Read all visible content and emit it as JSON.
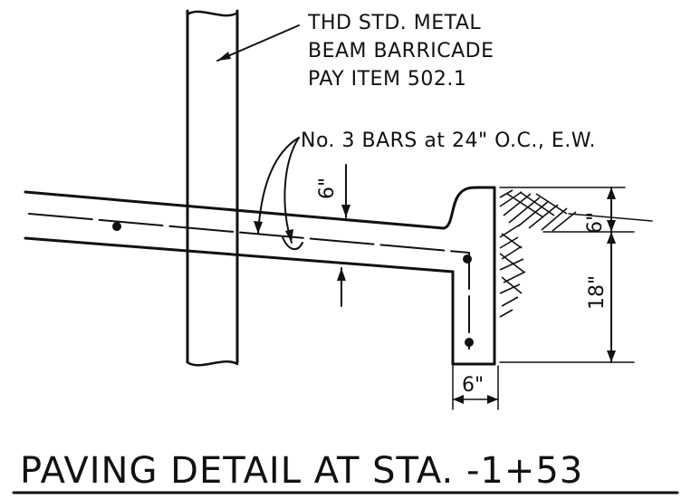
{
  "barricade_note": {
    "line1": "THD STD. METAL",
    "line2": "BEAM BARRICADE",
    "line3": "PAY ITEM 502.1"
  },
  "rebar_note": "No. 3 BARS at 24\" O.C., E.W.",
  "dimensions": {
    "slab_thickness": "6\"",
    "curb_top": "6\"",
    "curb_depth": "18\"",
    "curb_width": "6\""
  },
  "title": "PAVING DETAIL AT STA. -1+53",
  "colors": {
    "ink": "#111111",
    "paper": "#ffffff"
  }
}
